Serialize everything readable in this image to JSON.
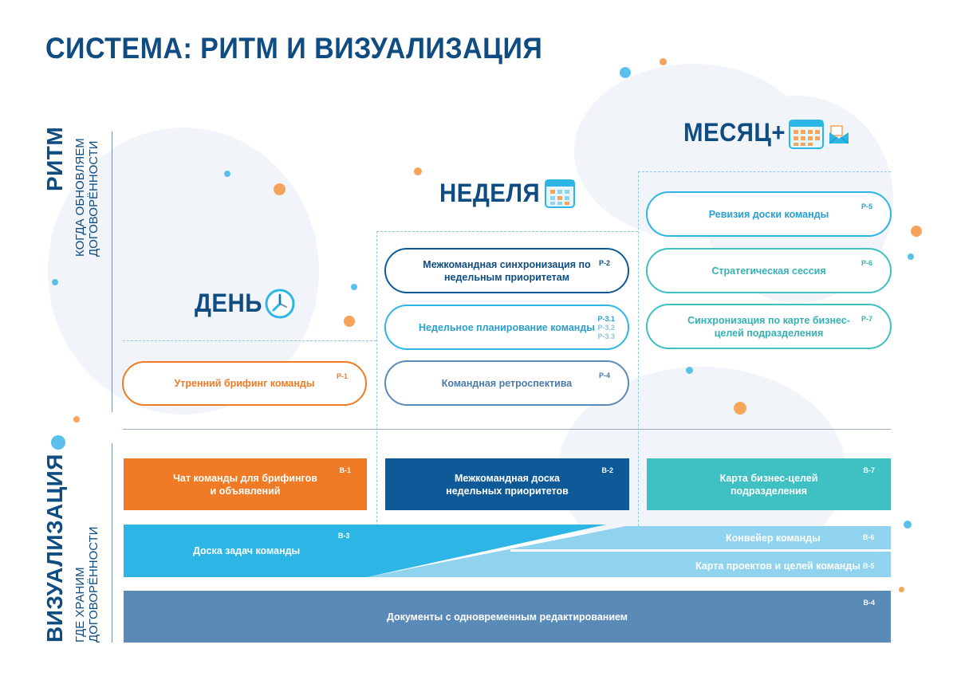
{
  "title": "СИСТЕМА: РИТМ И ВИЗУАЛИЗАЦИЯ",
  "rhythm": {
    "label": "РИТМ",
    "sub1": "КОГДА ОБНОВЛЯЕМ",
    "sub2": "ДОГОВОРЁННОСТИ"
  },
  "visual": {
    "label": "ВИЗУАЛИЗАЦИЯ",
    "sub1": "ГДЕ ХРАНИМ",
    "sub2": "ДОГОВОРЁННОСТИ"
  },
  "periods": {
    "day": "ДЕНЬ",
    "week": "НЕДЕЛЯ",
    "month": "МЕСЯЦ+"
  },
  "rituals": [
    {
      "text": "Утренний брифинг команды",
      "code": "Р-1"
    },
    {
      "text": "Межкомандная синхронизация по недельным приоритетам",
      "code": "Р-2"
    },
    {
      "text": "Недельное планирование команды",
      "codes": [
        "Р-3.1",
        "Р-3.2",
        "Р-3.3"
      ]
    },
    {
      "text": "Командная ретроспектива",
      "code": "Р-4"
    },
    {
      "text": "Ревизия доски команды",
      "code": "Р-5"
    },
    {
      "text": "Стратегическая сессия",
      "code": "Р-6"
    },
    {
      "text": "Синхронизация по карте бизнес-целей подразделения",
      "code": "Р-7"
    }
  ],
  "boards": [
    {
      "text": "Чат команды для брифингов и объявлений",
      "code": "В-1"
    },
    {
      "text": "Межкомандная доска недельных приоритетов",
      "code": "В-2"
    },
    {
      "text": "Карта бизнес-целей подразделения",
      "code": "В-7"
    },
    {
      "text": "Доска задач команды",
      "code": "В-3"
    },
    {
      "text": "Конвейер команды",
      "code": "В-6"
    },
    {
      "text": "Карта проектов и целей команды",
      "code": "В-5"
    },
    {
      "text": "Документы с одновременным редактированием",
      "code": "В-4"
    }
  ],
  "colors": {
    "navy": "#0f4c81",
    "orange": "#f07a25",
    "darkblue": "#0e5a99",
    "teal": "#3fc0c3",
    "sky": "#2db5e6",
    "lightsky": "#8fd3ef",
    "steel": "#5a8ab7"
  }
}
